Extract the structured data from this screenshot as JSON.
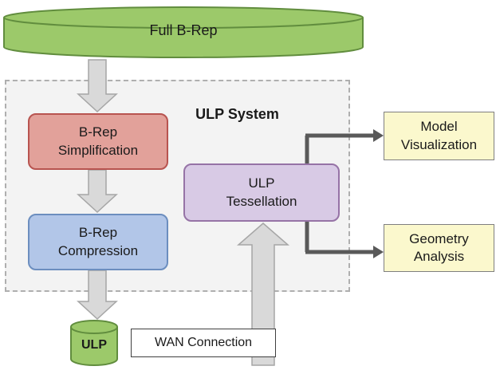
{
  "diagram": {
    "title": "ULP System",
    "nodes": {
      "full_brep": {
        "label": "Full B-Rep"
      },
      "brep_simplification": {
        "line1": "B-Rep",
        "line2": "Simplification"
      },
      "brep_compression": {
        "line1": "B-Rep",
        "line2": "Compression"
      },
      "ulp_tessellation": {
        "line1": "ULP",
        "line2": "Tessellation"
      },
      "ulp_db": {
        "label": "ULP"
      },
      "wan_connection": {
        "label": "WAN Connection"
      },
      "model_visualization": {
        "line1": "Model",
        "line2": "Visualization"
      },
      "geometry_analysis": {
        "line1": "Geometry",
        "line2": "Analysis"
      }
    },
    "colors": {
      "cylinder_fill": "#9cc96a",
      "cylinder_stroke": "#618d3e",
      "simplification_fill": "#e2a19a",
      "simplification_stroke": "#b85450",
      "compression_fill": "#b2c6e8",
      "compression_stroke": "#6c8ebf",
      "tessellation_fill": "#d8cae5",
      "tessellation_stroke": "#9673a6",
      "output_fill": "#fbf8cd",
      "output_stroke": "#7f7f7f",
      "block_arrow_fill": "#d9d9d9",
      "block_arrow_stroke": "#a6a6a6",
      "connector_color": "#595959",
      "system_box_fill": "#f3f3f3"
    }
  }
}
